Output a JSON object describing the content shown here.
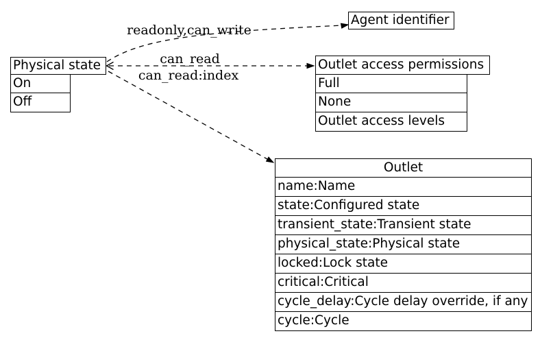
{
  "diagram": {
    "background_color": "#ffffff",
    "line_color": "#000000",
    "text_color": "#000000",
    "nodes": {
      "physical_state": {
        "title": "Physical state",
        "rows": [
          "On",
          "Off"
        ]
      },
      "agent_identifier": {
        "title": "Agent identifier"
      },
      "outlet_access_permissions": {
        "title": "Outlet access permissions",
        "rows": [
          "Full",
          "None",
          "Outlet access levels"
        ]
      },
      "outlet": {
        "title": "Outlet",
        "rows": [
          "name:Name",
          "state:Configured state",
          "transient_state:Transient state",
          "physical_state:Physical state",
          "locked:Lock state",
          "critical:Critical",
          "cycle_delay:Cycle delay override, if any",
          "cycle:Cycle"
        ]
      }
    },
    "edges": [
      {
        "label": "readonly,can_write",
        "from": "physical_state",
        "to": "agent_identifier",
        "style": "dashed"
      },
      {
        "label": "can_read",
        "from": "physical_state",
        "to": "outlet_access_permissions",
        "style": "dashed",
        "arrowheads": "both"
      },
      {
        "label": "can_read:index",
        "from": "physical_state",
        "to": "outlet",
        "style": "dashed"
      }
    ]
  }
}
